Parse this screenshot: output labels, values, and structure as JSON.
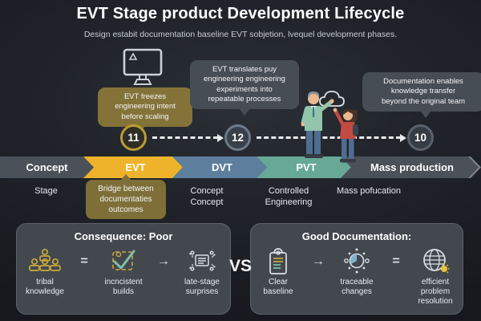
{
  "header": {
    "title": "EVT Stage product Development Lifecycle",
    "subtitle": "Design estabit documentation baseline EVT sobjetion, lvequel development phases."
  },
  "callouts": [
    {
      "text": "EVT freezes\nengineering intent\nbefore scaling",
      "marker": "11"
    },
    {
      "text": "EVT translates puy\nengineering engineering\nexperiments into\nrepeatable processes",
      "marker": "12"
    },
    {
      "text": "Documentation enables\nknowledge transfer\nbeyond the original team",
      "marker": "10"
    }
  ],
  "stage_banner": [
    {
      "label": "Concept",
      "color": "#4b5158"
    },
    {
      "label": "EVT",
      "color": "#eeb32b"
    },
    {
      "label": "DVT",
      "color": "#5d7f9d"
    },
    {
      "label": "PVT",
      "color": "#68a897"
    },
    {
      "label": "Mass production",
      "color": "#4b5158"
    }
  ],
  "stage_row": {
    "axis_label": "Stage",
    "evt_note": "Bridge between\ndocumentaties\noutcomes",
    "dvt_note": "Concept\nConcept",
    "pvt_note": "Controlled\nEngineering",
    "mass_note": "Mass pofucation"
  },
  "comparison": {
    "vs_label": "VS",
    "poor": {
      "title": "Consequence: Poor",
      "op1": "=",
      "op2": "→",
      "items": [
        {
          "icon": "team-icon",
          "label": "tribal\nknowledge"
        },
        {
          "icon": "inconsistent-builds-icon",
          "label": "incncistent\nbuilds"
        },
        {
          "icon": "late-stage-surprises-icon",
          "label": "late-stage\nsurprises"
        }
      ]
    },
    "good": {
      "title": "Good Documentation:",
      "op1": "→",
      "op2": "=",
      "items": [
        {
          "icon": "clipboard-lock-icon",
          "label": "Clear\nbaseline"
        },
        {
          "icon": "traceable-changes-icon",
          "label": "traceable\nchanges"
        },
        {
          "icon": "globe-solution-icon",
          "label": "efficient\nproblem\nresolution"
        }
      ]
    }
  },
  "palette": {
    "background": "#20242a",
    "gold_accent": "#eeb32b",
    "gold_callout": "#847339",
    "gold_note": "#7e6f39",
    "callout_gray": "#474d55",
    "dvt_blue": "#5d7f9d",
    "pvt_teal": "#68a897",
    "panel_gray": "#43484f",
    "icon_gold": "#c9a83c",
    "icon_teal": "#7fc0aa",
    "text_light": "#e9ebee"
  }
}
